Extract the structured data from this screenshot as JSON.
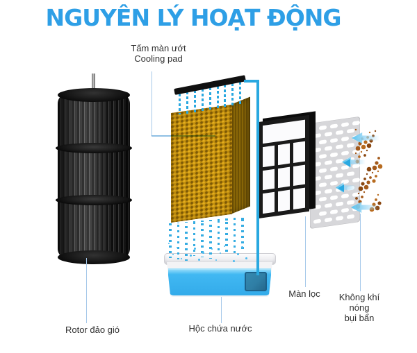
{
  "title": "NGUYÊN LÝ HOẠT ĐỘNG",
  "labels": {
    "cooling_pad": {
      "vi": "Tấm màn ướt",
      "en": "Cooling pad"
    },
    "rotor": "Rotor đảo gió",
    "water_tank": "Hộc chứa nước",
    "filter": "Màn lọc",
    "hot_air": {
      "line1": "Không khí",
      "line2": "nóng",
      "line3": "bụi bẩn"
    }
  },
  "colors": {
    "title": "#2e9fe6",
    "label_text": "#303030",
    "leader": "#a5c8e9",
    "pipe_water": "#29a8e0",
    "water_fill": "#41b8f2",
    "pad_gold": "#c28f0e",
    "pad_gold_dark": "#7e5a06",
    "pad_gold_light": "#e4ae1e",
    "pad_side": "#8a6708",
    "frame_black": "#1a1a1a",
    "panel_gray": "#d7d7da",
    "dust_brown": "#a0561a",
    "air_blue": "#9bd7f5",
    "pump_blue": "#2f7ea5"
  },
  "icons": {
    "water_stream_icon": "falling-water-dashes",
    "air_arrow_icon": "left-airflow-arrow",
    "dust_particles_icon": "brown-dots",
    "water_pipe_icon": "blue-pipe-line"
  },
  "decor": {
    "stream_count": 9,
    "curtain_count": 10,
    "dust_count": 46
  }
}
